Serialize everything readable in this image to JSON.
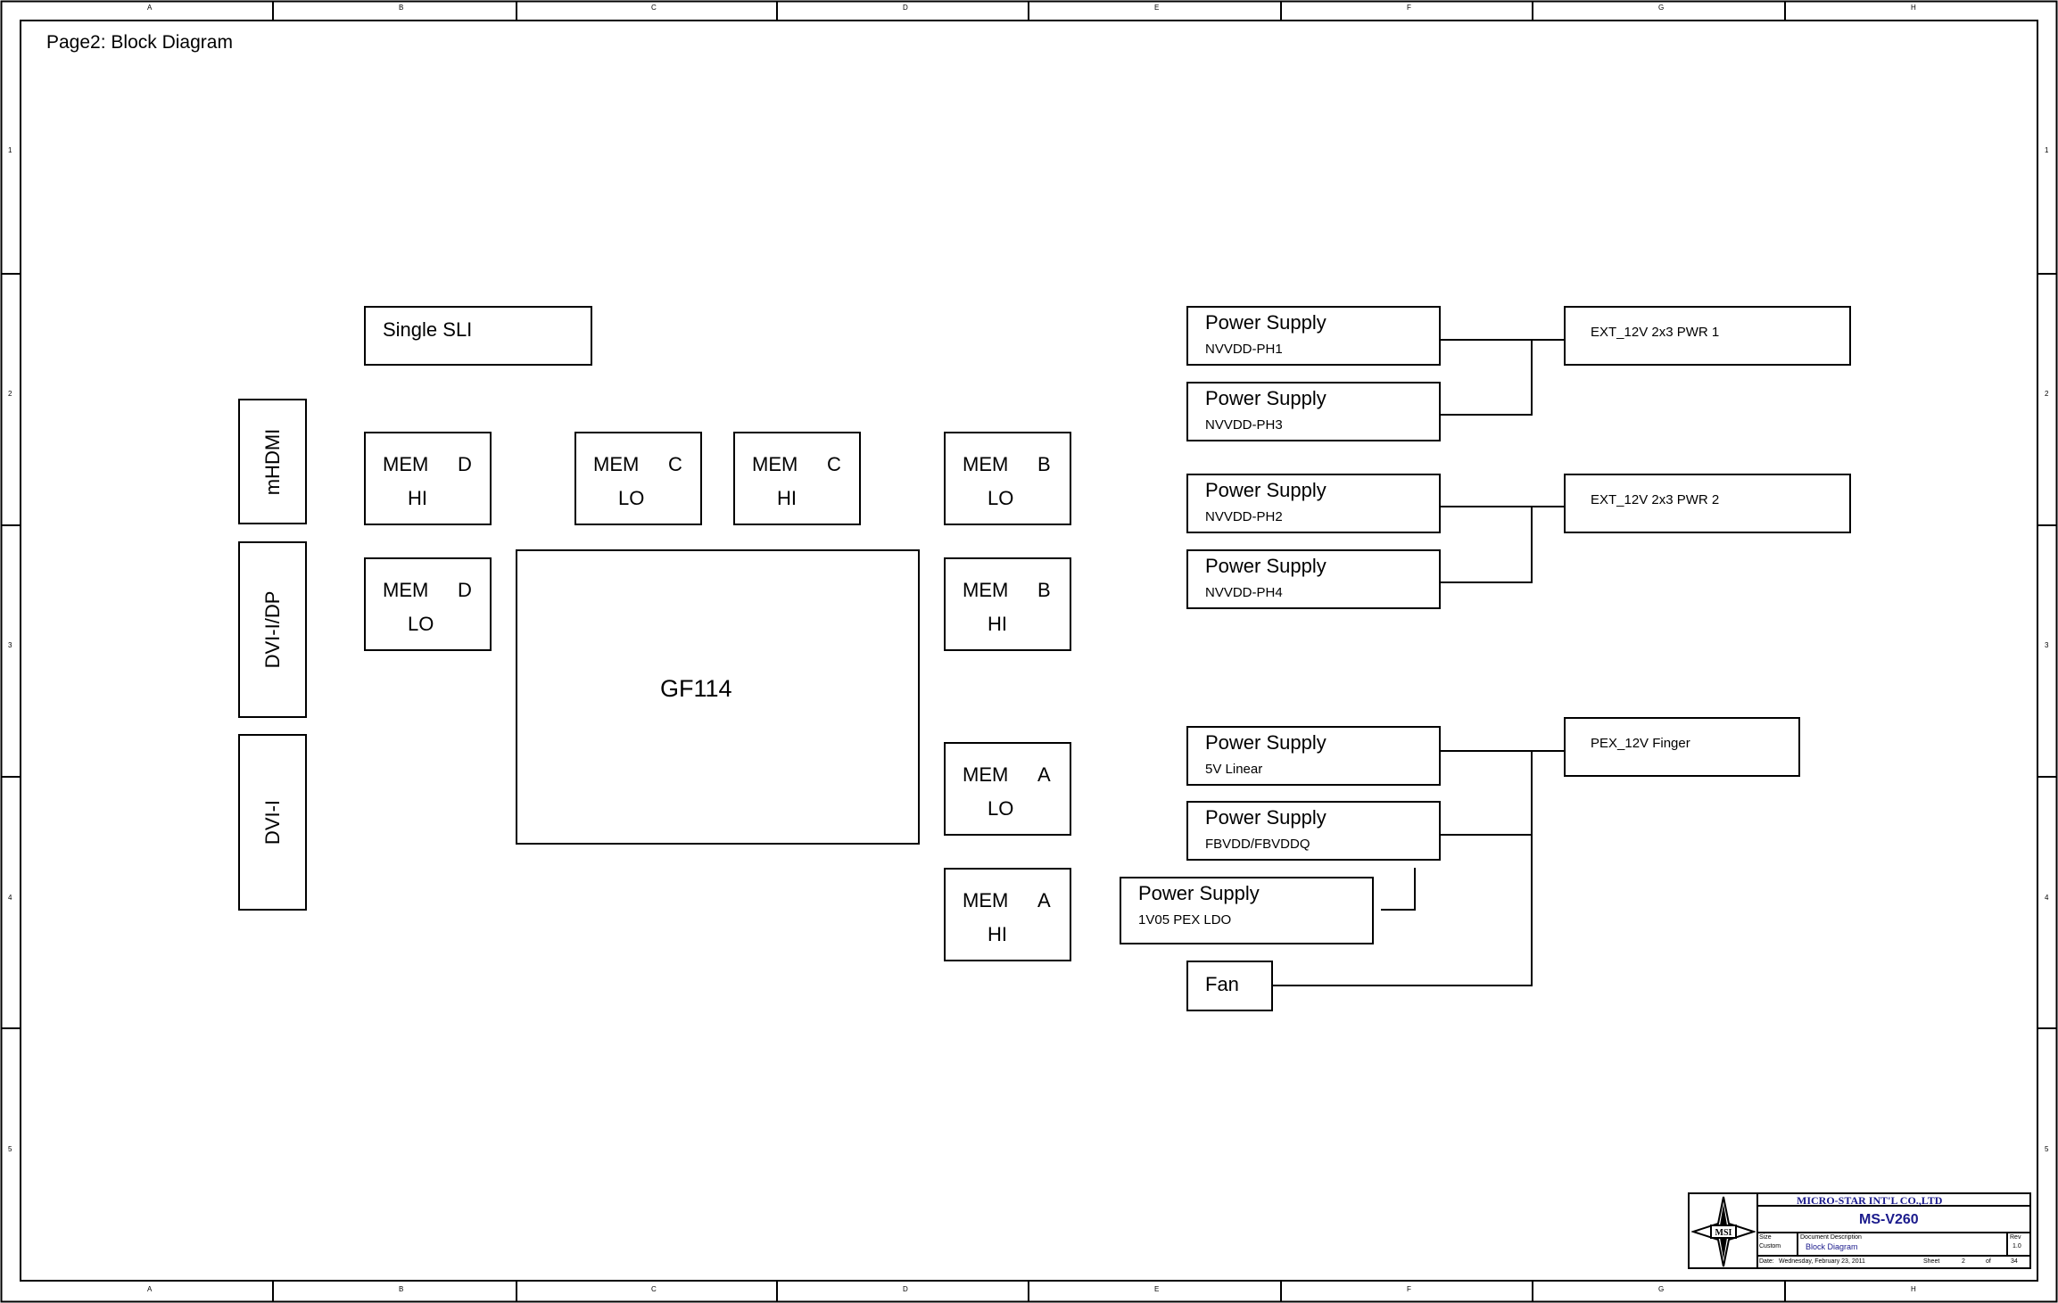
{
  "page": {
    "title": "Page2: Block Diagram"
  },
  "border": {
    "columns": [
      "A",
      "B",
      "C",
      "D",
      "E",
      "F",
      "G",
      "H"
    ],
    "rows": [
      "1",
      "2",
      "3",
      "4",
      "5"
    ]
  },
  "connectors": {
    "mhdmi": "mHDMI",
    "dvi_dp": "DVI-I/DP",
    "dvi_i": "DVI-I"
  },
  "sli": {
    "label": "Single SLI"
  },
  "gpu": {
    "label": "GF114"
  },
  "memory": [
    {
      "id": "d-hi",
      "mem": "MEM",
      "channel": "D",
      "bank": "HI"
    },
    {
      "id": "d-lo",
      "mem": "MEM",
      "channel": "D",
      "bank": "LO"
    },
    {
      "id": "c-lo",
      "mem": "MEM",
      "channel": "C",
      "bank": "LO"
    },
    {
      "id": "c-hi",
      "mem": "MEM",
      "channel": "C",
      "bank": "HI"
    },
    {
      "id": "b-lo",
      "mem": "MEM",
      "channel": "B",
      "bank": "LO"
    },
    {
      "id": "b-hi",
      "mem": "MEM",
      "channel": "B",
      "bank": "HI"
    },
    {
      "id": "a-lo",
      "mem": "MEM",
      "channel": "A",
      "bank": "LO"
    },
    {
      "id": "a-hi",
      "mem": "MEM",
      "channel": "A",
      "bank": "HI"
    }
  ],
  "power_supplies": [
    {
      "id": "ph1",
      "title": "Power Supply",
      "sub": "NVVDD-PH1"
    },
    {
      "id": "ph3",
      "title": "Power Supply",
      "sub": "NVVDD-PH3"
    },
    {
      "id": "ph2",
      "title": "Power Supply",
      "sub": "NVVDD-PH2"
    },
    {
      "id": "ph4",
      "title": "Power Supply",
      "sub": "NVVDD-PH4"
    },
    {
      "id": "5v",
      "title": "Power Supply",
      "sub": "5V Linear"
    },
    {
      "id": "fbvdd",
      "title": "Power Supply",
      "sub": "FBVDD/FBVDDQ"
    },
    {
      "id": "1v05",
      "title": "Power Supply",
      "sub": "1V05 PEX LDO"
    }
  ],
  "fan": {
    "label": "Fan"
  },
  "sources": [
    {
      "id": "pwr1",
      "label": "EXT_12V 2x3 PWR 1"
    },
    {
      "id": "pwr2",
      "label": "EXT_12V 2x3 PWR 2"
    },
    {
      "id": "pex",
      "label": "PEX_12V Finger"
    }
  ],
  "title_block": {
    "company": "MICRO-STAR INT'L CO.,LTD",
    "logo_text": "MSI",
    "model": "MS-V260",
    "size_label": "Size",
    "size_value": "Custom",
    "doc_label": "Document Description",
    "doc_value": "Block Diagram",
    "rev_label": "Rev",
    "rev_value": "1.0",
    "date_label": "Date:",
    "date_value": "Wednesday, February 23, 2011",
    "sheet_label": "Sheet",
    "sheet_value": "2",
    "of_label": "of",
    "of_value": "34"
  },
  "colors": {
    "line": "#000000",
    "company": "#1a1a8c",
    "model": "#1a1a8c"
  }
}
